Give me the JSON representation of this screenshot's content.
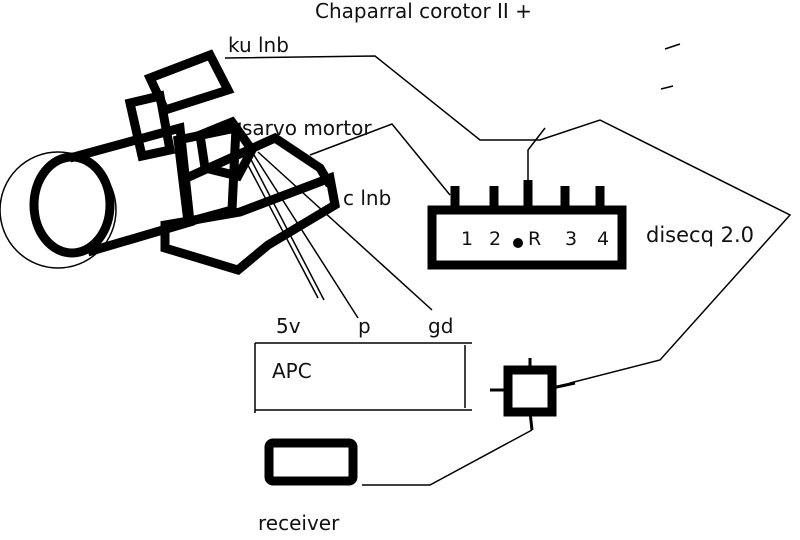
{
  "title": "Chaparral corotor II +",
  "labels": {
    "ku_lnb": "ku lnb",
    "servo": "sarvo mortor",
    "c_lnb": "c lnb",
    "diseqc": "disecq 2.0",
    "pin_5v": "5v",
    "pin_p": "p",
    "pin_gd": "gd",
    "apc": "APC",
    "receiver": "receiver"
  },
  "diseqc_ports": [
    "1",
    "2",
    "R",
    "3",
    "4"
  ],
  "colors": {
    "line": "#000000",
    "background": "#ffffff"
  }
}
